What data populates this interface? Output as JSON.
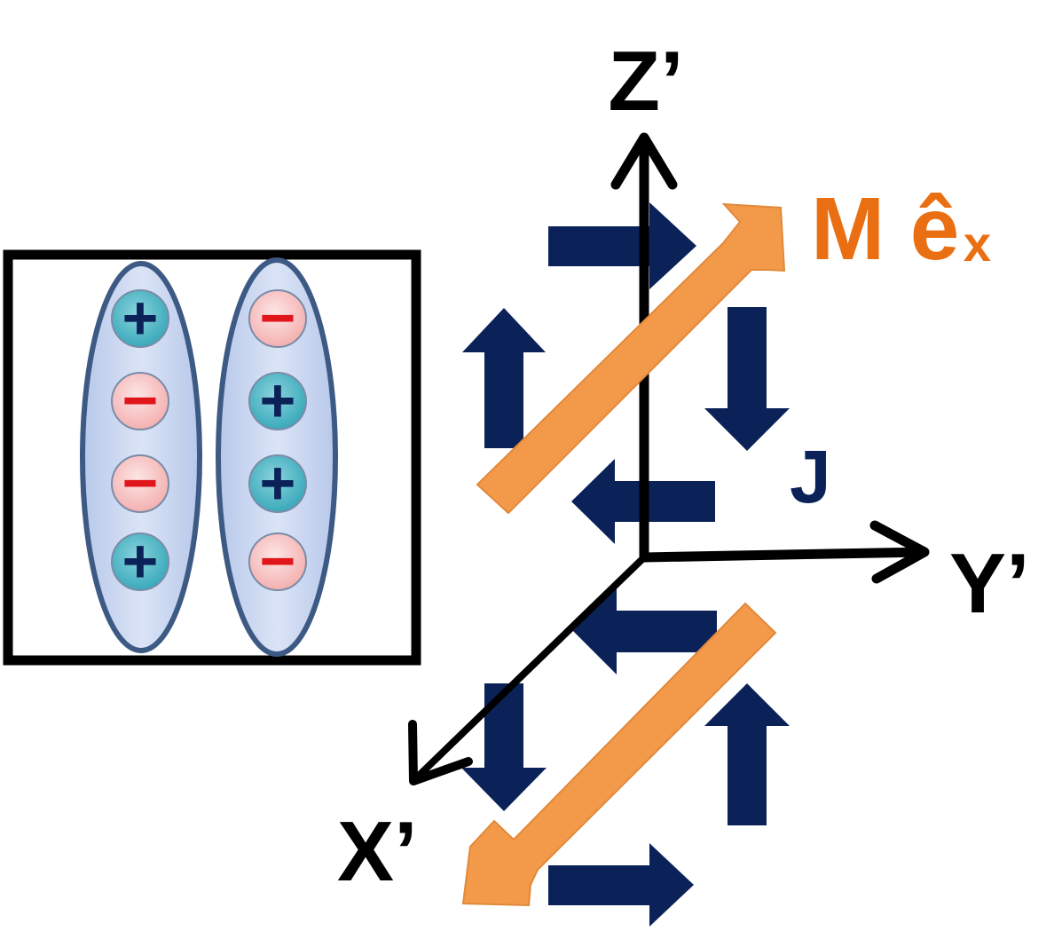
{
  "axes": {
    "z_label": "Z’",
    "y_label": "Y’",
    "x_label": "X’"
  },
  "magnetization": {
    "symbol": "M",
    "unit_vector": "ê",
    "subscript": "x"
  },
  "current_label": "J",
  "dipole_box": {
    "left_column": [
      "+",
      "−",
      "−",
      "+"
    ],
    "right_column": [
      "−",
      "+",
      "+",
      "−"
    ]
  },
  "colors": {
    "axis": "#000000",
    "current_arrow": "#0b2259",
    "magnetization": "#f39a4a",
    "magnetization_text": "#ea6f13",
    "positive_fill": "#4cb4c4",
    "positive_sign": "#0b2259",
    "negative_fill": "#f8c4c4",
    "negative_sign": "#e0161b",
    "ellipse_fill": "#c5d3ee",
    "ellipse_stroke": "#3d5a84"
  }
}
